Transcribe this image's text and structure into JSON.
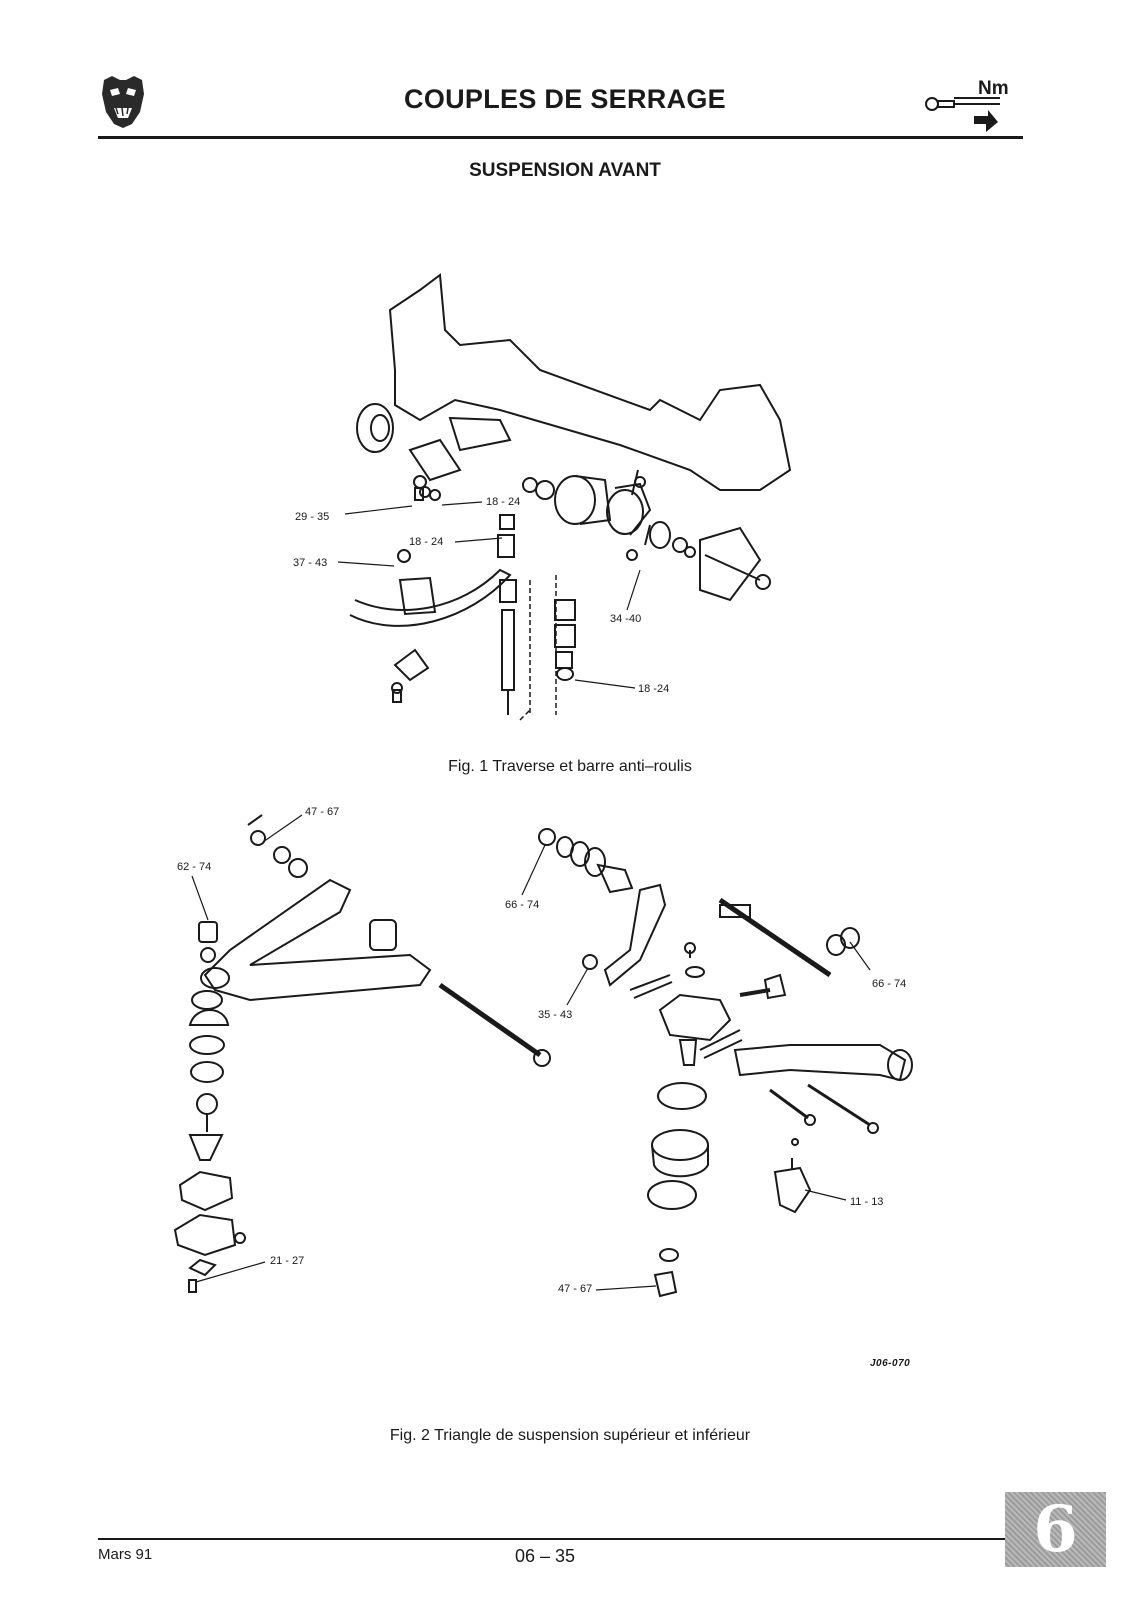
{
  "header": {
    "title": "COUPLES DE SERRAGE",
    "unit_label": "Nm",
    "subtitle": "SUSPENSION AVANT"
  },
  "figure1": {
    "caption": "Fig. 1 Traverse et barre anti–roulis",
    "labels": [
      "29 - 35",
      "18 - 24",
      "18 - 24",
      "37 - 43",
      "34 -40",
      "18 -24"
    ]
  },
  "figure2": {
    "caption": "Fig. 2 Triangle de suspension supérieur et inférieur",
    "labels": [
      "47 - 67",
      "62 - 74",
      "66 - 74",
      "35 - 43",
      "66 - 74",
      "11 - 13",
      "21 - 27",
      "47 - 67"
    ],
    "ref_code": "J06-070"
  },
  "footer": {
    "date": "Mars 91",
    "page": "06 – 35",
    "section_tab": "6"
  }
}
